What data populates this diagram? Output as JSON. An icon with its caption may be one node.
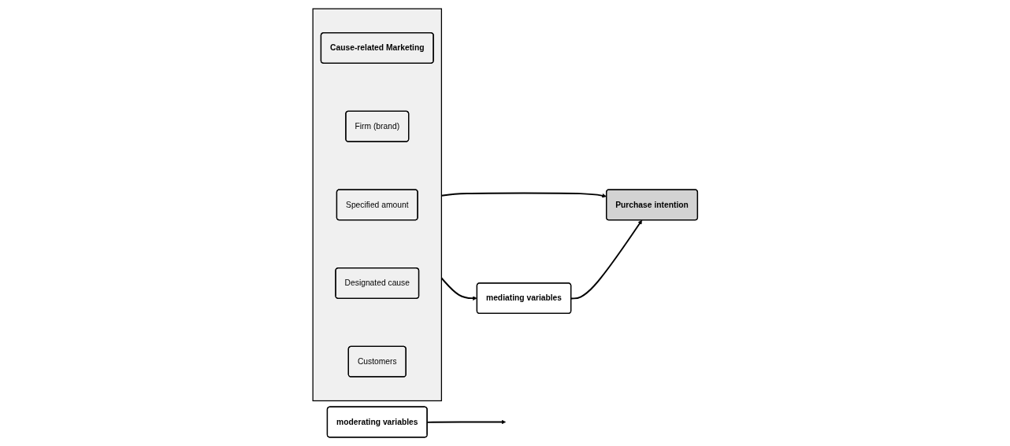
{
  "diagram": {
    "nodes": [
      {
        "text": [],
        "shape": "box"
      },
      {
        "text": [
          "Cause-related Marketing"
        ],
        "in": 0
      },
      {
        "text": [
          "Firm (brand)"
        ],
        "in": 0
      },
      {
        "text": [
          "Specified amount"
        ],
        "in": 0
      },
      {
        "text": [
          "Designated cause"
        ],
        "in": 0
      },
      {
        "text": [
          "Customers"
        ],
        "in": 0
      },
      {
        "text": [
          "moderating variables"
        ]
      },
      {
        "text": [
          "mediating variables"
        ]
      },
      {
        "text": [
          "Purchase intention"
        ]
      }
    ],
    "edges": [
      {
        "from": 0,
        "to": 8,
        "arrow": "to"
      },
      {
        "from": 6,
        "to": null,
        "arrow": "to"
      },
      {
        "from": 0,
        "to": 7,
        "arrow": "to"
      },
      {
        "from": 7,
        "to": 8,
        "arrow": "to"
      }
    ]
  }
}
